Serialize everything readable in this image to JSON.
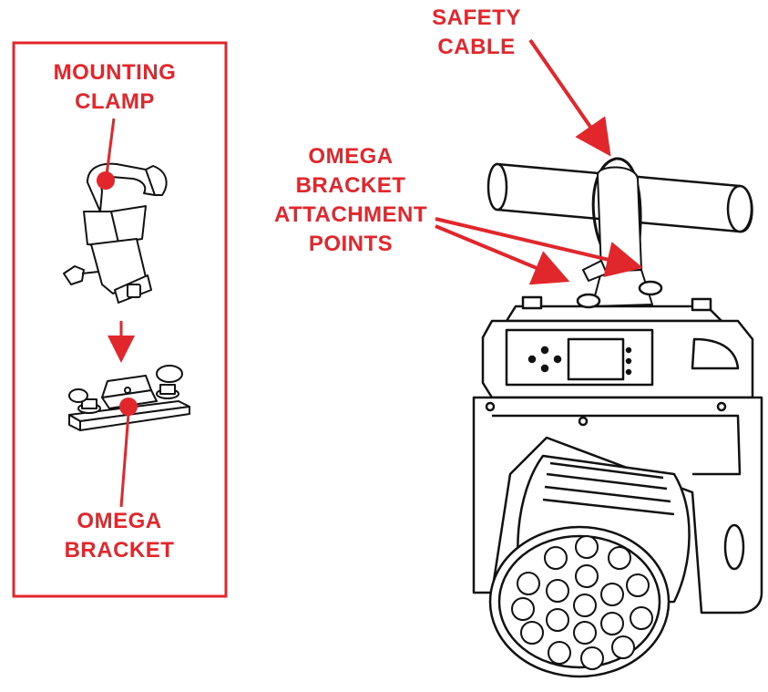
{
  "accent_color": "#e1262c",
  "line_color": "#111111",
  "labels": {
    "mounting_clamp": [
      "MOUNTING",
      "CLAMP"
    ],
    "omega_bracket": [
      "OMEGA",
      "BRACKET"
    ],
    "safety_cable": [
      "SAFETY",
      "CABLE"
    ],
    "omega_attachment_points": [
      "OMEGA",
      "BRACKET",
      "ATTACHMENT",
      "POINTS"
    ]
  },
  "icons": [
    "mounting-clamp-icon",
    "omega-bracket-icon",
    "pipe-truss-icon",
    "moving-head-fixture-icon"
  ]
}
